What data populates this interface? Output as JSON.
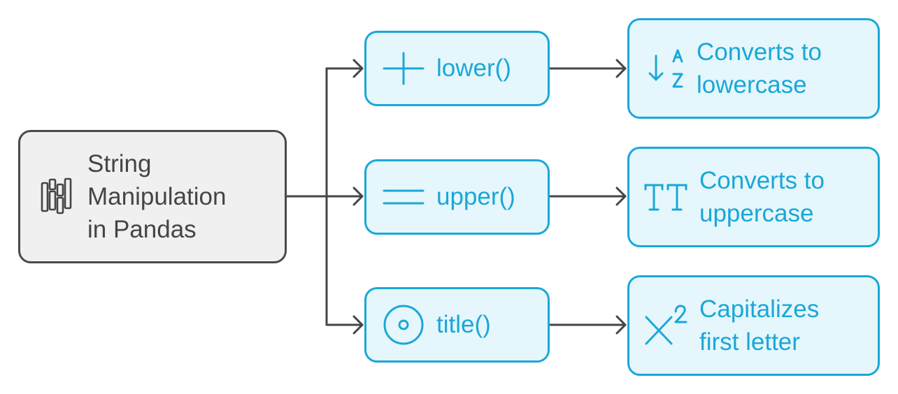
{
  "diagram": {
    "root": {
      "label_lines": [
        "String",
        "Manipulation",
        "in Pandas"
      ],
      "icon": "columns-icon"
    },
    "methods": [
      {
        "name": "lower()",
        "icon": "plus-icon",
        "description_lines": [
          "Converts to",
          "lowercase"
        ],
        "description_icon": "sort-down-az-icon"
      },
      {
        "name": "upper()",
        "icon": "equals-icon",
        "description_lines": [
          "Converts to",
          "uppercase"
        ],
        "description_icon": "text-size-icon"
      },
      {
        "name": "title()",
        "icon": "circle-dot-icon",
        "description_lines": [
          "Capitalizes",
          "first letter"
        ],
        "description_icon": "superscript-icon"
      }
    ],
    "colors": {
      "accent": "#1aa7d8",
      "accent_fill": "#e5f7fc",
      "root_fill": "#f0f0f0",
      "root_stroke": "#4a4a4a",
      "connector": "#454545"
    }
  }
}
